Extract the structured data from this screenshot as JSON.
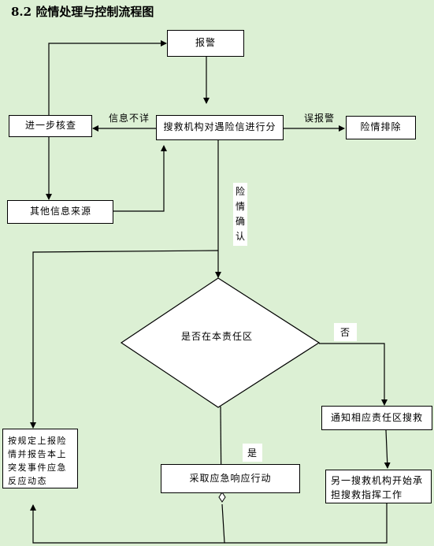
{
  "title": "8.2 险情处理与控制流程图",
  "nodes": {
    "alarm": "报警",
    "rescue_center": "搜救机构对遇险信进行分",
    "further_check": "进一步核查",
    "other_sources": "其他信息来源",
    "danger_cleared": "险情排除",
    "decision": "是否在本责任区",
    "notify_other": "通知相应责任区搜救",
    "take_action": "采取应急响应行动",
    "report": "按规定上报险情并报告本上突发事件应急反应动态",
    "other_agency": "另一搜救机构开始承担搜救指挥工作"
  },
  "edge_labels": {
    "info_unclear": "信息不详",
    "false_alarm": "误报警",
    "confirmed": "险情确认",
    "no": "否",
    "yes": "是"
  }
}
